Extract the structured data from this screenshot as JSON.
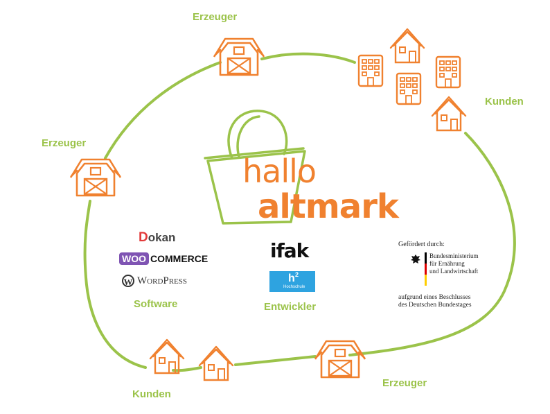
{
  "labels": {
    "producer_top": "Erzeuger",
    "producer_left": "Erzeuger",
    "producer_bottom": "Erzeuger",
    "customers_right": "Kunden",
    "customers_bottom": "Kunden"
  },
  "logo": {
    "word1": "hallo",
    "word2": "altmark"
  },
  "software": {
    "heading": "Software",
    "dokan_initial": "D",
    "dokan_rest": "okan",
    "woo_badge": "WOO",
    "woo_text": "COMMERCE",
    "wordpress": "WordPress"
  },
  "developers": {
    "heading": "Entwickler",
    "ifak": "ifak",
    "h2_main": "h",
    "h2_sup": "2",
    "h2_sub": "Hochschule"
  },
  "funding": {
    "intro": "Gefördert durch:",
    "ministry_line1": "Bundesministerium",
    "ministry_line2": "für Ernährung",
    "ministry_line3": "und Landwirtschaft",
    "decision_line1": "aufgrund eines Beschlusses",
    "decision_line2": "des Deutschen Bundestages"
  },
  "colors": {
    "green": "#9bc34a",
    "orange": "#f0812f",
    "blue": "#2ea3e0",
    "dokan_red": "#e23a3a",
    "woo_purple": "#7f54b3"
  }
}
